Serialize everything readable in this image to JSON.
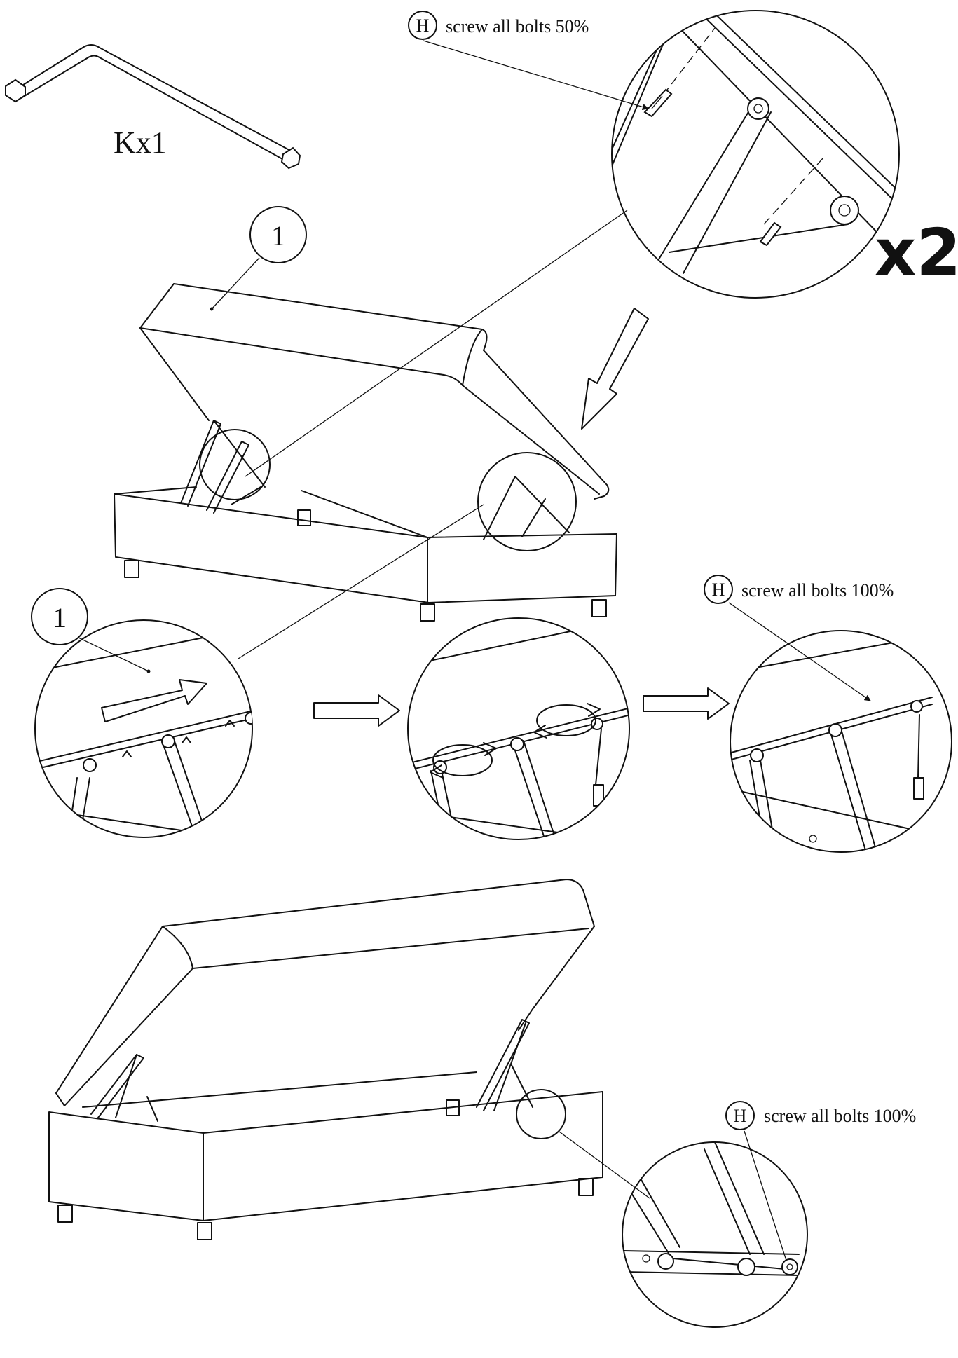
{
  "part_kit": {
    "label": "Kx1"
  },
  "multiplier": {
    "label": "x2"
  },
  "callouts": {
    "screw_50": {
      "letter": "H",
      "text": "screw all bolts 50%"
    },
    "screw_100_mid": {
      "letter": "H",
      "text": "screw all bolts 100%"
    },
    "screw_100_bottom": {
      "letter": "H",
      "text": "screw all bolts 100%"
    }
  },
  "part_markers": {
    "top_lid": "1",
    "slide_detail": "1"
  },
  "icons": [
    "tube-handle-icon",
    "assembly-arrow-icon",
    "rotate-arrow-icon",
    "bolt-icon"
  ]
}
